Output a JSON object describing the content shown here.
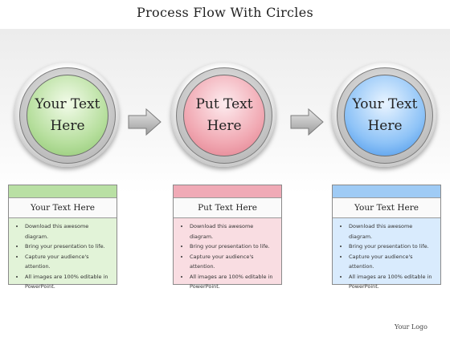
{
  "title": "Process Flow With Circles",
  "logo": "Your Logo",
  "steps": [
    {
      "circle_text": "Your Text\nHere",
      "card_title": "Your Text Here",
      "bullets": [
        "Download this awesome diagram.",
        "Bring your presentation to life.",
        "Capture your audience's attention.",
        "All images are 100% editable in PowerPoint."
      ],
      "color": "#8bc56d"
    },
    {
      "circle_text": "Put Text\nHere",
      "card_title": "Put Text Here",
      "bullets": [
        "Download this awesome diagram.",
        "Bring your presentation to life.",
        "Capture your audience's attention.",
        "All images are 100% editable in PowerPoint."
      ],
      "color": "#e07a89"
    },
    {
      "circle_text": "Your Text\nHere",
      "card_title": "Your Text Here",
      "bullets": [
        "Download this awesome diagram.",
        "Bring your presentation to life.",
        "Capture your audience's attention.",
        "All images are 100% editable in PowerPoint."
      ],
      "color": "#3f8fe8"
    }
  ],
  "icons": [
    "arrow-right-icon",
    "arrow-right-icon"
  ]
}
